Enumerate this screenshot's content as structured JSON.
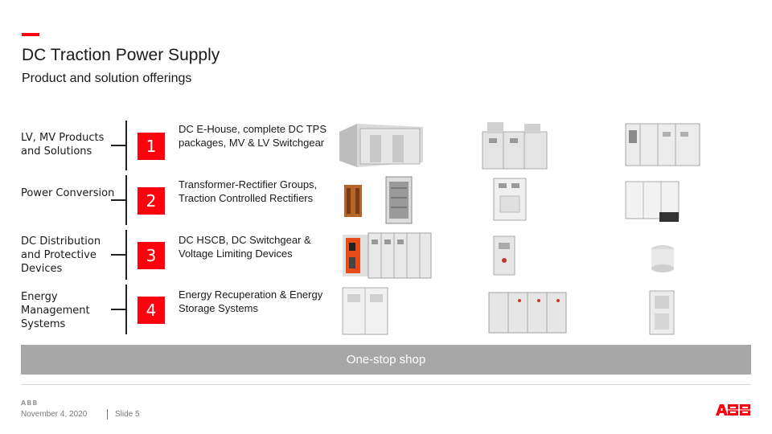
{
  "header": {
    "title": "DC Traction Power Supply",
    "subtitle": "Product and solution offerings",
    "accent_color": "#ff000f"
  },
  "rows": [
    {
      "number": "1",
      "category": "LV, MV Products and Solutions",
      "description": "DC E-House, complete DC TPS packages, MV & LV Switchgear"
    },
    {
      "number": "2",
      "category": "Power Conversion",
      "description": "Transformer-Rectifier Groups, Traction Controlled Rectifiers"
    },
    {
      "number": "3",
      "category": "DC Distribution and Protective Devices",
      "description": "DC HSCB, DC Switchgear & Voltage Limiting Devices"
    },
    {
      "number": "4",
      "category": "Energy Management Systems",
      "description": "Energy Recuperation & Energy Storage Systems"
    }
  ],
  "banner": {
    "text": "One-stop shop",
    "color": "#a7a7a7"
  },
  "footer": {
    "logo_small": "ABB",
    "date": "November 4, 2020",
    "slide": "Slide 5",
    "logo": "ABB"
  }
}
